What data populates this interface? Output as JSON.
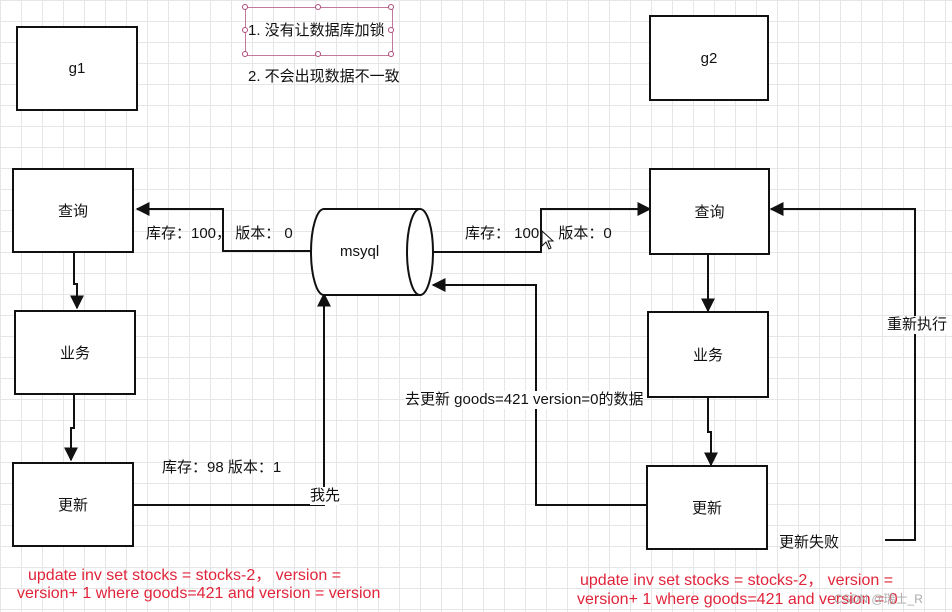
{
  "groups": {
    "g1": "g1",
    "g2": "g2"
  },
  "notes": {
    "note1": "1. 没有让数据库加锁",
    "note2": "2. 不会出现数据不一致"
  },
  "left": {
    "query": "查询",
    "business": "业务",
    "update": "更新"
  },
  "right": {
    "query": "查询",
    "business": "业务",
    "update": "更新"
  },
  "db": {
    "label": "msyql"
  },
  "edges": {
    "left_read": "库存：100，  版本：  0",
    "right_read": "库存：  100，  版本：0",
    "left_write": "库存：98 版本：1",
    "me_first": "我先",
    "right_write": "去更新 goods=421 version=0的数据",
    "retry": "重新执行",
    "fail": "更新失败"
  },
  "sql": {
    "left_line1": "update inv set stocks = stocks-2，  version =",
    "left_line2": "version+ 1 where goods=421 and version = version",
    "right_line1": "update inv set stocks = stocks-2，  version =",
    "right_line2": "version+ 1 where goods=421 and version = 0"
  },
  "watermark": "CSDN @瑞士_R",
  "colors": {
    "stroke": "#111111",
    "red_text": "#e0243a",
    "grid": "#e6e6e6"
  }
}
